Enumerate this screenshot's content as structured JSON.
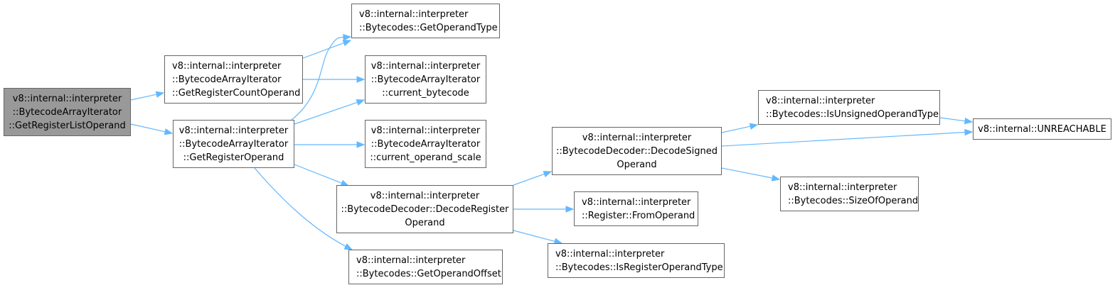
{
  "nodes": [
    {
      "id": "n0",
      "lines": [
        "v8::internal::interpreter",
        "::BytecodeArrayIterator",
        "::GetRegisterListOperand"
      ],
      "root": true
    },
    {
      "id": "n1",
      "lines": [
        "v8::internal::interpreter",
        "::BytecodeArrayIterator",
        "::GetRegisterCountOperand"
      ]
    },
    {
      "id": "n2",
      "lines": [
        "v8::internal::interpreter",
        "::BytecodeArrayIterator",
        "::GetRegisterOperand"
      ]
    },
    {
      "id": "n3",
      "lines": [
        "v8::internal::interpreter",
        "::Bytecodes::GetOperandType"
      ]
    },
    {
      "id": "n4",
      "lines": [
        "v8::internal::interpreter",
        "::BytecodeArrayIterator",
        "::current_bytecode"
      ]
    },
    {
      "id": "n5",
      "lines": [
        "v8::internal::interpreter",
        "::BytecodeArrayIterator",
        "::current_operand_scale"
      ]
    },
    {
      "id": "n6",
      "lines": [
        "v8::internal::interpreter",
        "::BytecodeDecoder::DecodeRegister",
        "Operand"
      ]
    },
    {
      "id": "n7",
      "lines": [
        "v8::internal::interpreter",
        "::Bytecodes::GetOperandOffset"
      ]
    },
    {
      "id": "n8",
      "lines": [
        "v8::internal::interpreter",
        "::BytecodeDecoder::DecodeSigned",
        "Operand"
      ]
    },
    {
      "id": "n9",
      "lines": [
        "v8::internal::interpreter",
        "::Register::FromOperand"
      ]
    },
    {
      "id": "n10",
      "lines": [
        "v8::internal::interpreter",
        "::Bytecodes::IsRegisterOperandType"
      ]
    },
    {
      "id": "n11",
      "lines": [
        "v8::internal::interpreter",
        "::Bytecodes::IsUnsignedOperandType"
      ]
    },
    {
      "id": "n12",
      "lines": [
        "v8::internal::interpreter",
        "::Bytecodes::SizeOfOperand"
      ]
    },
    {
      "id": "n13",
      "lines": [
        "v8::internal::UNREACHABLE"
      ]
    }
  ],
  "edges": [
    [
      "n0",
      "n1"
    ],
    [
      "n0",
      "n2"
    ],
    [
      "n1",
      "n3"
    ],
    [
      "n1",
      "n4"
    ],
    [
      "n2",
      "n3"
    ],
    [
      "n2",
      "n4"
    ],
    [
      "n2",
      "n5"
    ],
    [
      "n2",
      "n6"
    ],
    [
      "n2",
      "n7"
    ],
    [
      "n6",
      "n8"
    ],
    [
      "n6",
      "n9"
    ],
    [
      "n6",
      "n10"
    ],
    [
      "n8",
      "n11"
    ],
    [
      "n8",
      "n13"
    ],
    [
      "n8",
      "n12"
    ],
    [
      "n11",
      "n13"
    ]
  ],
  "colors": {
    "edge": "#63b8ff",
    "root_fill": "#999999",
    "node_border": "#666666"
  }
}
